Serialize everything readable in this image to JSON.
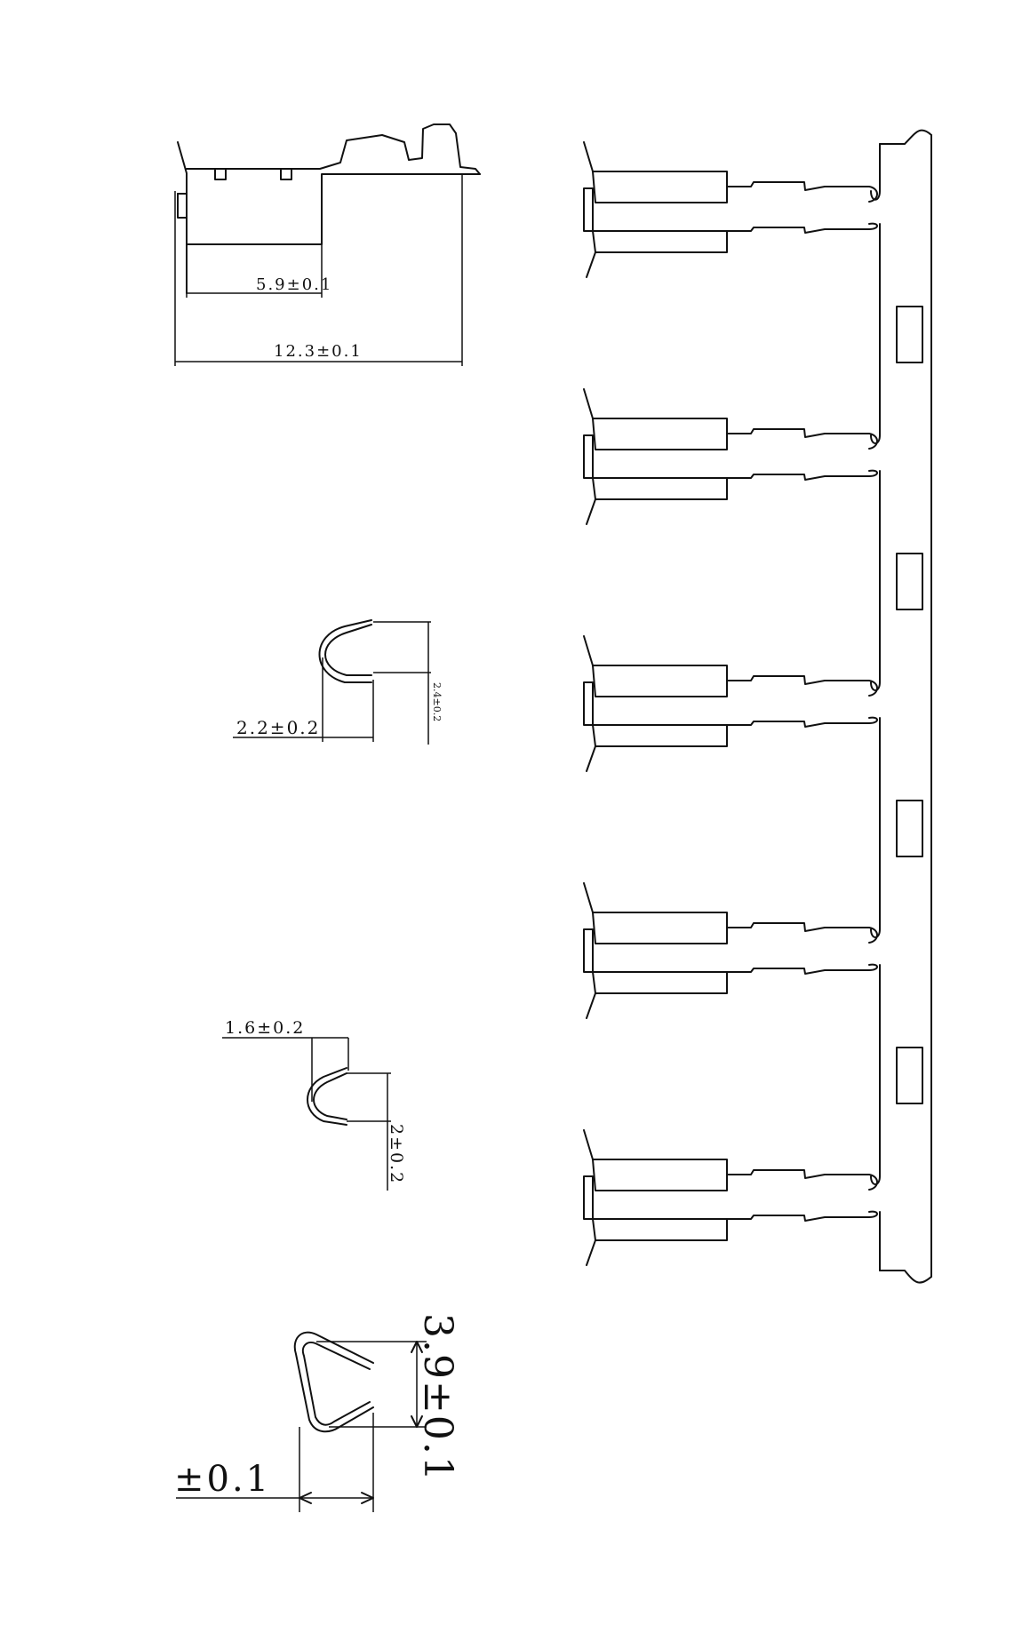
{
  "drawing": {
    "side_view": {
      "dim_small": "5.9±0.1",
      "dim_large": "12.3±0.1"
    },
    "section_a": {
      "dim_width": "2.2±0.2",
      "dim_height": "2.4±0.2"
    },
    "section_b": {
      "dim_width": "1.6±0.2",
      "dim_height": "2±0.2"
    },
    "section_c": {
      "dim_height": "3.9±0.1",
      "dim_width": "±0.1"
    },
    "strip": {
      "terminal_count": 5,
      "pilot_hole_count": 4
    }
  }
}
